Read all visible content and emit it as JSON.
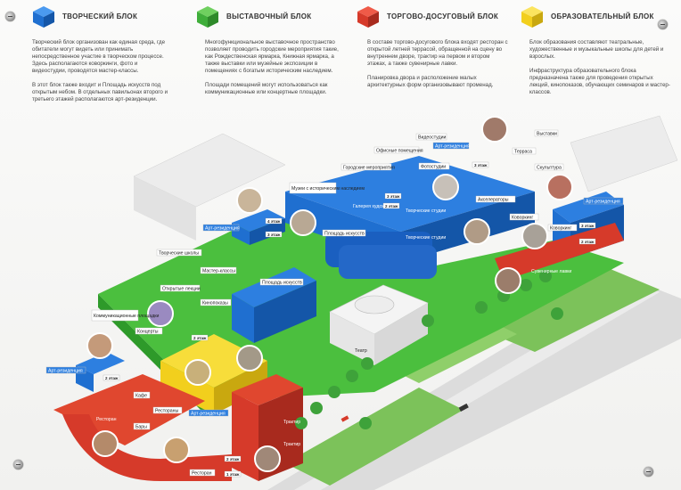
{
  "legend": [
    {
      "title": "ТВОРЧЕСКИЙ БЛОК",
      "color": "#1f6fd0",
      "text": "Творческий блок организован как единая среда, где обитатели могут видеть или принимать непосредственное участие в творческом процессе. Здесь располагаются коворкинги, фото и видеостудии, проводятся мастер-классы.\n\nВ этот блок также входит и Площадь искусств под открытым небом. В отдельных павильонах второго и третьего этажей располагаются арт-резиденции."
    },
    {
      "title": "ВЫСТАВОЧНЫЙ БЛОК",
      "color": "#3fae3a",
      "text": "Многофункциональное выставочное пространство позволяет проводить городские мероприятия такие, как Рождественская ярмарка, Книжная ярмарка, а также выставки или музейные экспозиции в помещениях с богатым историческим наследием.\n\nПлощади помещений могут использоваться как коммуникационные или концертные площадки."
    },
    {
      "title": "ТОРГОВО-ДОСУГОВЫЙ БЛОК",
      "color": "#d63a2a",
      "text": "В составе торгово-досугового блока входят ресторан с открытой летней террасой, обращенной на сцену во внутреннем дворе, трактир на первом и втором этажах, а также сувенирные лавки.\n\nПланировка двора и расположение малых архитектурных форм организовывают променад."
    },
    {
      "title": "ОБРАЗОВАТЕЛЬНЫЙ БЛОК",
      "color": "#f2cf1d",
      "text": "Блок образования составляют театральные, художественные и музыкальные школы для детей и взрослых.\n\nИнфраструктура образовательного блока предназначена также для проведения открытых лекций, кинопоказов, обучающих семинаров и мастер-классов."
    }
  ],
  "labels": {
    "videostudii": "Видеостудии",
    "art_rezidentsiya_top": "Арт-резиденция",
    "vystavki": "Выставки",
    "ofisnye": "Офисные помещения",
    "terrasa": "Терраса",
    "gorodskie": "Городские мероприятия",
    "fotostudii": "Фотостудии",
    "skulptura": "Скульптура",
    "muzei": "Музеи с историческим наследием",
    "akselerator": "Акселераторы",
    "art_rezidentsiya_right": "Арт-резиденция",
    "art_rezidentsiya_mid": "Арт-резиденция",
    "kovorking": "Коворкинг",
    "kovorking2": "Коворкинг",
    "ploshchad_iskusstv_tag": "Площадь искусств",
    "tvorcheskie_shkoly": "Творческие школы",
    "master_klassy": "Мастер-классы",
    "ploshchad_iskusstv_tag2": "Площадь искусств",
    "otkrytye_lektsii": "Открытые лекции",
    "kinopokazy": "Кинопоказы",
    "kommunikatsionnye": "Коммуникационные площадки",
    "kontserty": "Концерты",
    "art_rezidentsiya_left": "Арт-резиденция",
    "kafe": "Кафе",
    "restorany": "Рестораны",
    "bary": "Бары",
    "restoran": "Ресторан",
    "art_rezidentsiya_bottom": "Арт-резиденция",
    "restoran_bottom": "Ресторан",
    "suvenirnye": "Сувенирные лавки",
    "galereya": "Галерея художников",
    "tvorcheskie_studii": "Творческие студии",
    "tvorcheskie_studii2": "Творческие студии",
    "traktir": "Трактир",
    "traktir2": "Трактир",
    "teatr": "Театр",
    "f4": "4 этаж",
    "f3a": "3 этаж",
    "f3b": "3 этаж",
    "f3c": "3 этаж",
    "f3d": "3 этаж",
    "f2a": "2 этаж",
    "f2b": "2 этаж",
    "f2c": "2 этаж",
    "f2d": "2 этаж",
    "f2e": "2 этаж",
    "f1": "1 этаж"
  },
  "colors": {
    "blue": "#1f6fd0",
    "green": "#3fae3a",
    "red": "#d63a2a",
    "yellow": "#f2cf1d",
    "white_building": "#f4f4f4",
    "grass": "#7cc25a",
    "road": "#d9d9d9"
  }
}
